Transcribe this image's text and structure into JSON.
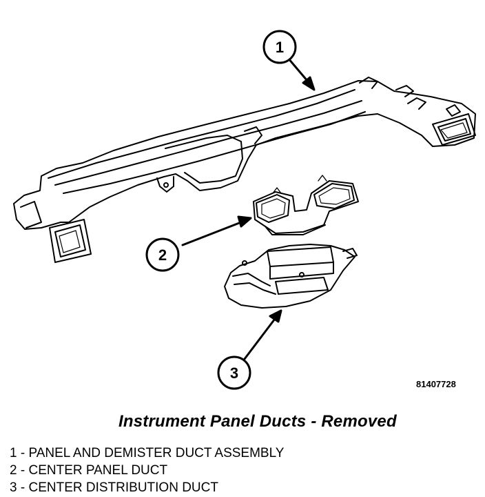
{
  "callouts": [
    {
      "num": "1"
    },
    {
      "num": "2"
    },
    {
      "num": "3"
    }
  ],
  "figure_id": "81407728",
  "caption": "Instrument Panel Ducts - Removed",
  "legend": [
    {
      "num": "1",
      "label": "PANEL AND DEMISTER DUCT ASSEMBLY"
    },
    {
      "num": "2",
      "label": "CENTER PANEL DUCT"
    },
    {
      "num": "3",
      "label": "CENTER DISTRIBUTION DUCT"
    }
  ],
  "colors": {
    "line": "#000000",
    "background": "#ffffff"
  }
}
